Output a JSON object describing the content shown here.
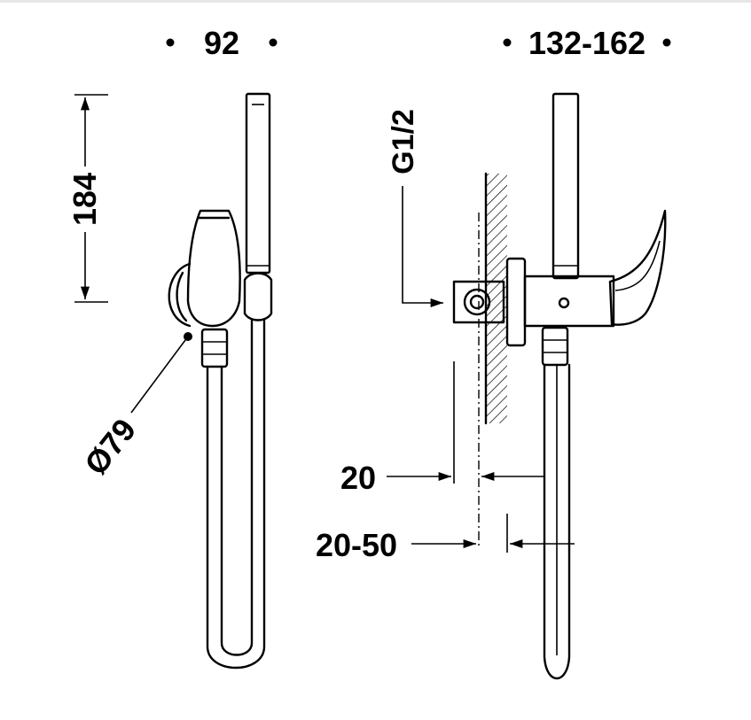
{
  "front_view": {
    "width_label": "92",
    "height_label": "184",
    "diameter_label": "Ø79"
  },
  "side_view": {
    "depth_label": "132-162",
    "thread_label": "G1/2",
    "offset_label": "20",
    "wall_range_label": "20-50"
  },
  "colors": {
    "line": "#000000",
    "background": "#ffffff"
  }
}
